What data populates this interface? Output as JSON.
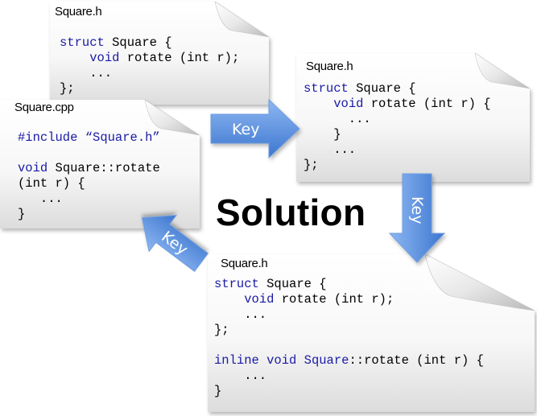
{
  "title": "Solution",
  "arrow_label": "Key",
  "colors": {
    "keyword": "#1a1aa6",
    "arrow": "#4a86dc"
  },
  "docs": {
    "header_decl": {
      "filename": "Square.h",
      "lines": [
        [
          {
            "t": "struct",
            "kw": true
          },
          {
            "t": " Square {"
          }
        ],
        [
          {
            "t": "    "
          },
          {
            "t": "void",
            "kw": true
          },
          {
            "t": " rotate (int r);"
          }
        ],
        [
          {
            "t": "    ..."
          }
        ],
        [
          {
            "t": "};"
          }
        ]
      ]
    },
    "header_inline_body": {
      "filename": "Square.h",
      "lines": [
        [
          {
            "t": "struct",
            "kw": true
          },
          {
            "t": " Square {"
          }
        ],
        [
          {
            "t": "    "
          },
          {
            "t": "void",
            "kw": true
          },
          {
            "t": " rotate (int r) {"
          }
        ],
        [
          {
            "t": "      ..."
          }
        ],
        [
          {
            "t": "    }"
          }
        ],
        [
          {
            "t": "    ..."
          }
        ],
        [
          {
            "t": "};"
          }
        ]
      ]
    },
    "source_file": {
      "filename": "Square.cpp",
      "lines": [
        [
          {
            "t": "#include “Square.h”",
            "kw": true
          }
        ],
        [
          {
            "t": ""
          }
        ],
        [
          {
            "t": "void",
            "kw": true
          },
          {
            "t": " Square::rotate"
          }
        ],
        [
          {
            "t": "(int r) {"
          }
        ],
        [
          {
            "t": "   ..."
          }
        ],
        [
          {
            "t": "}"
          }
        ]
      ]
    },
    "header_solution": {
      "filename": "Square.h",
      "lines": [
        [
          {
            "t": "struct",
            "kw": true
          },
          {
            "t": " Square {"
          }
        ],
        [
          {
            "t": "    "
          },
          {
            "t": "void",
            "kw": true
          },
          {
            "t": " rotate (int r);"
          }
        ],
        [
          {
            "t": "    ..."
          }
        ],
        [
          {
            "t": "};"
          }
        ],
        [
          {
            "t": ""
          }
        ],
        [
          {
            "t": "inline",
            "kw": true
          },
          {
            "t": " "
          },
          {
            "t": "void",
            "kw": true
          },
          {
            "t": " "
          },
          {
            "t": "Square",
            "kw": true
          },
          {
            "t": "::rotate (int r) {"
          }
        ],
        [
          {
            "t": "    ..."
          }
        ],
        [
          {
            "t": "}"
          }
        ]
      ]
    }
  }
}
